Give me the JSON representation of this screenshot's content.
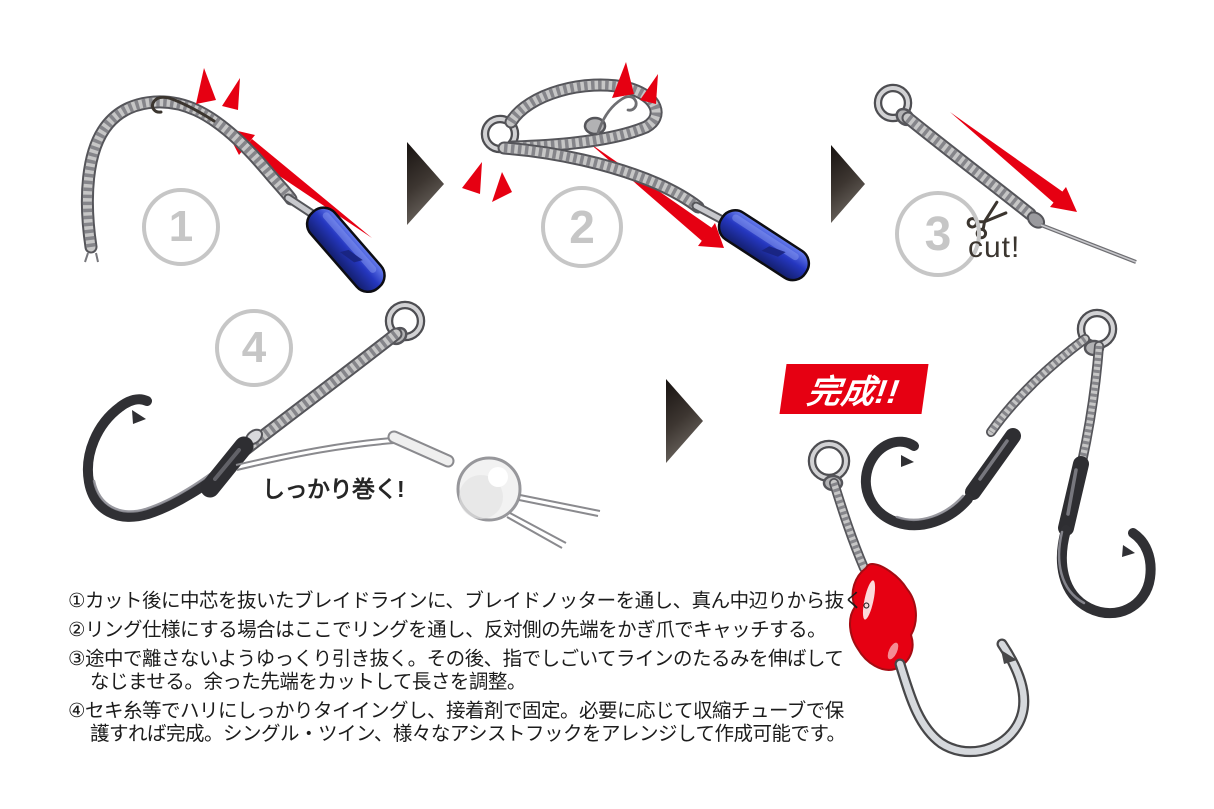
{
  "diagram": {
    "steps": [
      {
        "number": "1"
      },
      {
        "number": "2"
      },
      {
        "number": "3"
      },
      {
        "number": "4"
      }
    ],
    "labels": {
      "cut": "cut!",
      "wrap_tight": "しっかり巻く!",
      "complete": "完成!!"
    },
    "instructions": [
      {
        "text": "①カット後に中芯を抜いたブレイドラインに、ブレイドノッターを通し、真ん中辺りから抜く。"
      },
      {
        "text": "②リング仕様にする場合はここでリングを通し、反対側の先端をかぎ爪でキャッチする。"
      },
      {
        "text": "③途中で離さないようゆっくり引き抜く。その後、指でしごいてラインのたるみを伸ばして"
      },
      {
        "text": "なじませる。余った先端をカットして長さを調整。"
      },
      {
        "text": "④セキ糸等でハリにしっかりタイイングし、接着剤で固定。必要に応じて収縮チューブで保"
      },
      {
        "text": "護すれば完成。シングル・ツイン、様々なアシストフックをアレンジして作成可能です。"
      }
    ],
    "colors": {
      "accent_red": "#e60012",
      "tool_blue": "#2d41cc",
      "braid_gray": "#9a9a9a",
      "step_number_gray": "#c8c8c8",
      "text_color": "#1c1c1c"
    }
  }
}
